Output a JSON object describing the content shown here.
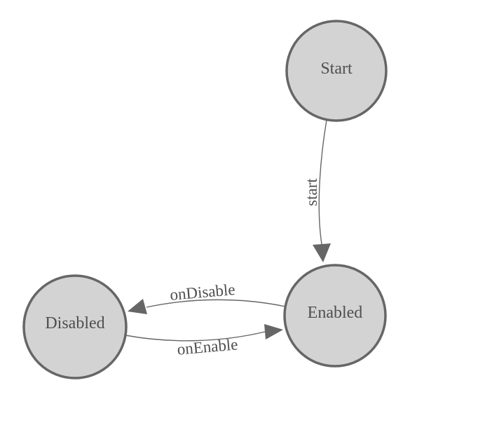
{
  "diagram": {
    "type": "state-machine",
    "background": "#ffffff",
    "style": {
      "node_fill": "#d3d3d3",
      "node_stroke": "#666666",
      "edge_color": "#666666",
      "arrow_fill": "#666666",
      "text_color": "#4f4f4f"
    },
    "nodes": [
      {
        "id": "start-node",
        "label": "Start"
      },
      {
        "id": "enabled-node",
        "label": "Enabled"
      },
      {
        "id": "disabled-node",
        "label": "Disabled"
      }
    ],
    "edges": [
      {
        "from": "Start",
        "to": "Enabled",
        "label": "start"
      },
      {
        "from": "Enabled",
        "to": "Disabled",
        "label": "onDisable"
      },
      {
        "from": "Disabled",
        "to": "Enabled",
        "label": "onEnable"
      }
    ]
  }
}
